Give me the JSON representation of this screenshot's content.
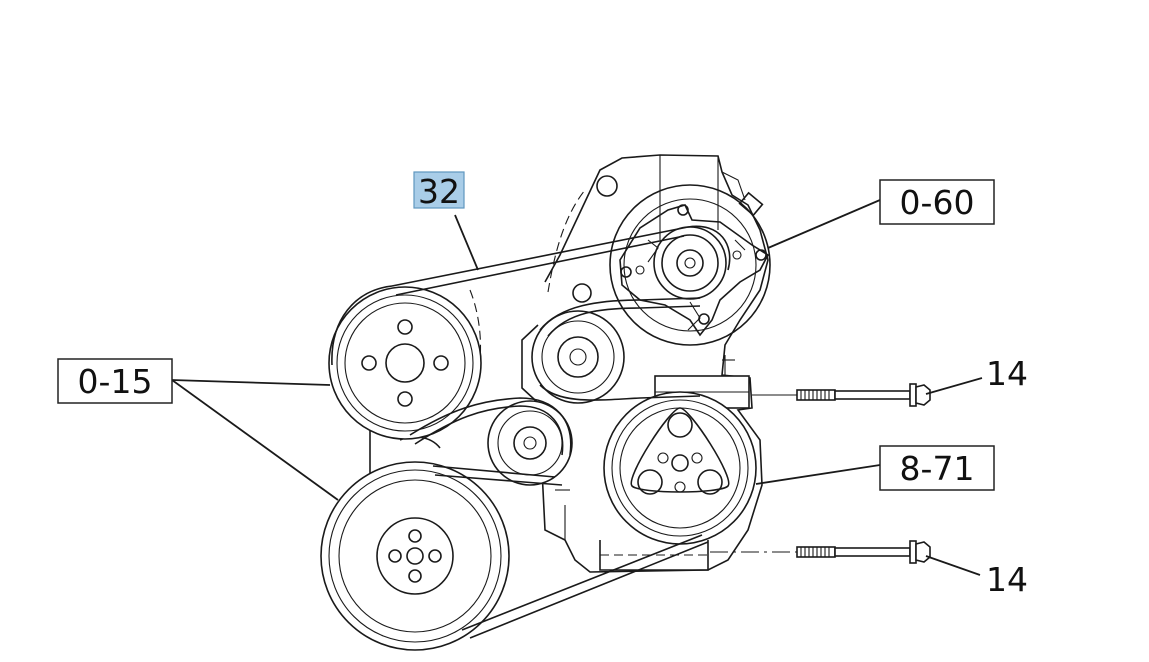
{
  "colors": {
    "highlight": "#a9cde8",
    "highlight_border": "#5f96bf",
    "line": "#1a1a1a",
    "background": "#ffffff"
  },
  "callouts": {
    "belt": "32",
    "alternator": "0-60",
    "crank_pulleys": "0-15",
    "compressor": "8-71",
    "bolt_upper": "14",
    "bolt_lower": "14"
  }
}
